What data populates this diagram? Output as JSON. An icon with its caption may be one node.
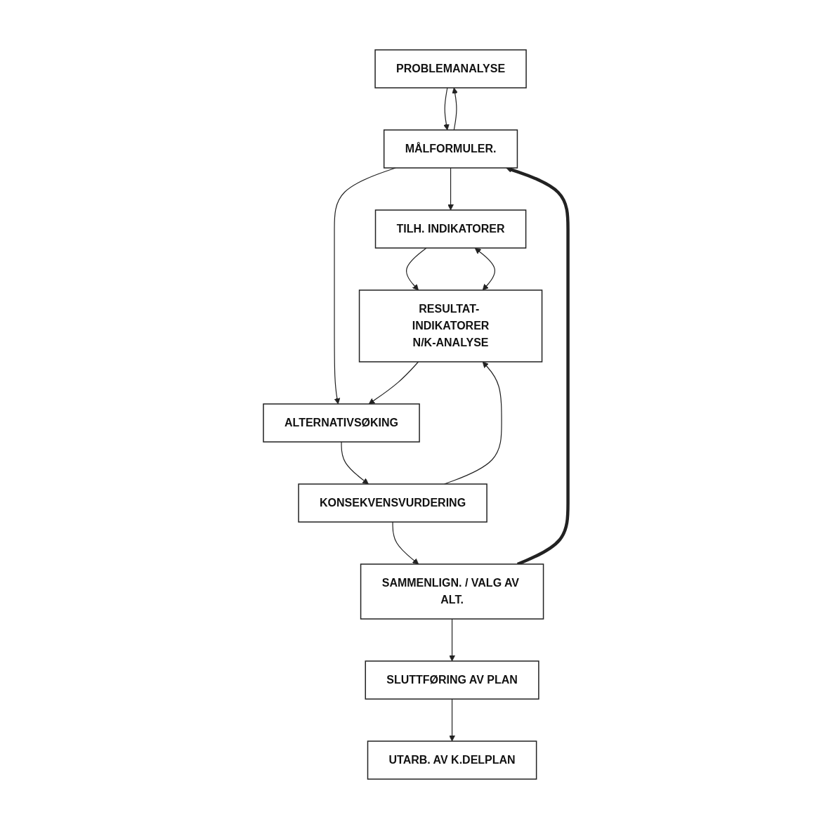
{
  "diagram": {
    "nodes": [
      {
        "text": [
          "PROBLEMANALYSE"
        ]
      },
      {
        "text": [
          "MÅLFORMULER."
        ]
      },
      {
        "text": [
          "TILH. INDIKATORER"
        ]
      },
      {
        "text": [
          "ALTERNATIVSØKING"
        ]
      },
      {
        "text": [
          "KONSEKVENSVURDERING"
        ]
      },
      {
        "text": [
          "RESULTAT- INDIKATORER",
          "N/K-ANALYSE"
        ]
      },
      {
        "text": [
          "SAMMENLIGN. / VALG AV ALT."
        ]
      },
      {
        "text": [
          "SLUTTFØRING AV PLAN"
        ]
      },
      {
        "text": [
          "UTARB. AV K.DELPLAN"
        ]
      }
    ],
    "edges": [
      {
        "from": 0,
        "to": 1,
        "arrow": "to"
      },
      {
        "from": 1,
        "to": 0,
        "arrow": "to"
      },
      {
        "from": 1,
        "to": 2,
        "arrow": "to"
      },
      {
        "from": 1,
        "to": 3,
        "arrow": "to"
      },
      {
        "from": 3,
        "to": 4,
        "arrow": "to"
      },
      {
        "from": 2,
        "to": 5,
        "arrow": "to"
      },
      {
        "from": 4,
        "to": 5,
        "arrow": "to"
      },
      {
        "from": 4,
        "to": 6,
        "arrow": "to"
      },
      {
        "from": 5,
        "to": 3,
        "arrow": "to"
      },
      {
        "from": 2,
        "to": 5,
        "arrow": "both"
      },
      {
        "from": 6,
        "to": 1,
        "arrow": "to",
        "style": "thick"
      },
      {
        "from": 6,
        "to": 7,
        "arrow": "to"
      },
      {
        "from": 7,
        "to": 8,
        "arrow": "to"
      }
    ]
  }
}
